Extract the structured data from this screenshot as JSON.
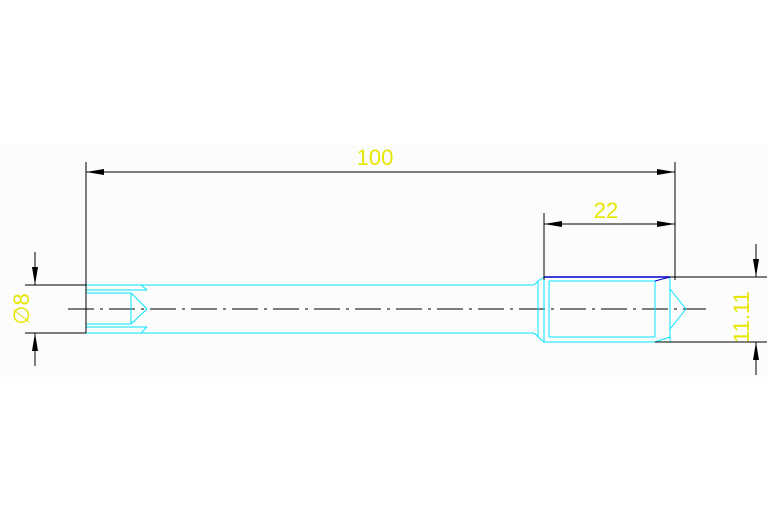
{
  "drawing": {
    "background": "#ffffff",
    "colors": {
      "outline": "#00e5ff",
      "dimension_line": "#000000",
      "dimension_text": "#e6e600",
      "center_line": "#000000",
      "chamfer_top": "#0000cc"
    },
    "dimensions": {
      "overall_length": "100",
      "step_length": "22",
      "small_diameter": "∅8",
      "large_diameter": "11.11"
    }
  }
}
